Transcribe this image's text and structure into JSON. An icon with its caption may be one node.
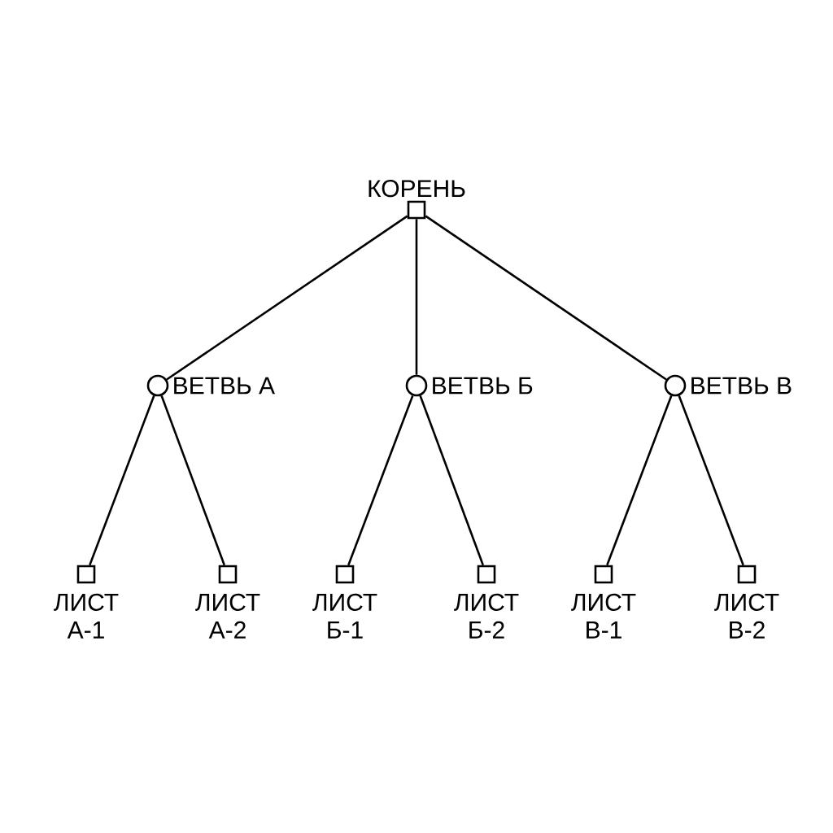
{
  "diagram": {
    "nodes": [
      {
        "text": [
          "КОРЕНЬ"
        ]
      },
      {
        "text": [
          "ВЕТВЬ А"
        ]
      },
      {
        "text": [
          "ВЕТВЬ Б"
        ]
      },
      {
        "text": [
          "ВЕТВЬ В"
        ]
      },
      {
        "text": [
          "ЛИСТ А-1"
        ]
      },
      {
        "text": [
          "ЛИСТ А-2"
        ]
      },
      {
        "text": [
          "ЛИСТ Б-1"
        ]
      },
      {
        "text": [
          "ЛИСТ Б-2"
        ]
      },
      {
        "text": [
          "ЛИСТ В-1"
        ]
      },
      {
        "text": [
          "ЛИСТ В-2"
        ]
      }
    ],
    "edges": [
      {
        "from": 0,
        "to": 1,
        "arrow": "none"
      },
      {
        "from": 0,
        "to": 2,
        "arrow": "none"
      },
      {
        "from": 0,
        "to": 3,
        "arrow": "none"
      },
      {
        "from": 1,
        "to": 4,
        "arrow": "none"
      },
      {
        "from": 1,
        "to": 5,
        "arrow": "none"
      },
      {
        "from": 2,
        "to": 6,
        "arrow": "none"
      },
      {
        "from": 2,
        "to": 7,
        "arrow": "none"
      },
      {
        "from": 3,
        "to": 8,
        "arrow": "none"
      },
      {
        "from": 3,
        "to": 9,
        "arrow": "none"
      }
    ]
  }
}
